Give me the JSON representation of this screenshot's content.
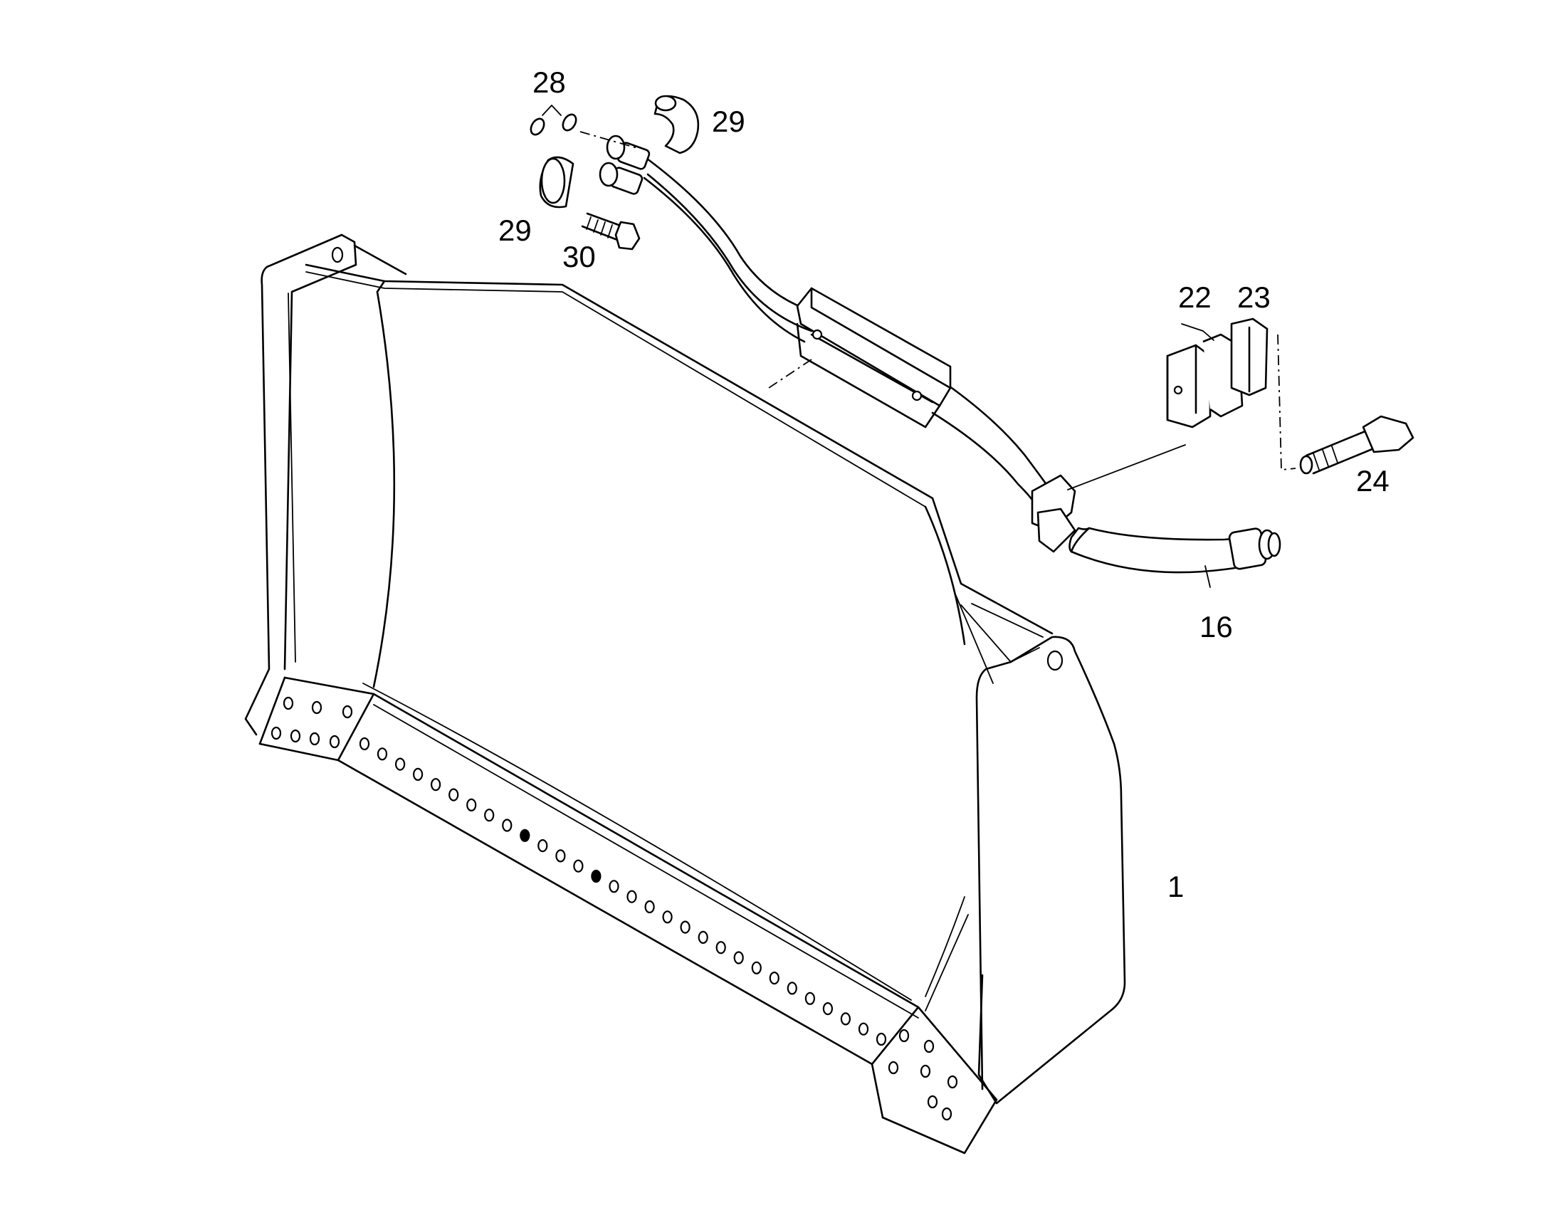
{
  "callouts": {
    "c28": "28",
    "c29a": "29",
    "c29b": "29",
    "c30": "30",
    "c22": "22",
    "c23": "23",
    "c24": "24",
    "c16": "16",
    "c1": "1"
  }
}
